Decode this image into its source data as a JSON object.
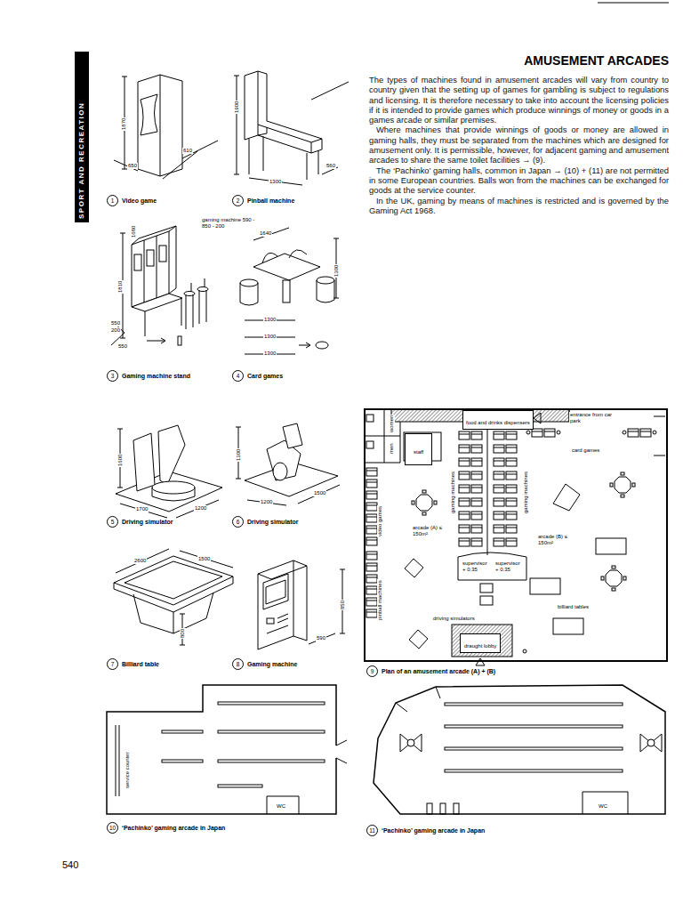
{
  "diagram": {
    "title": "AMUSEMENT ARCADES",
    "nodes": [
      {
        "text": [
          "1",
          "Video game"
        ]
      },
      {
        "text": [
          "2",
          "Pinball machine"
        ]
      },
      {
        "text": [
          "3",
          "Gaming machine stand"
        ]
      },
      {
        "text": [
          "4",
          "Card games"
        ]
      },
      {
        "text": [
          "5",
          "Driving simulator"
        ]
      },
      {
        "text": [
          "6",
          "Driving simulator"
        ]
      },
      {
        "text": [
          "7",
          "Billiard table"
        ]
      },
      {
        "text": [
          "8",
          "Gaming machine"
        ]
      },
      {
        "text": [
          "9",
          "Plan of an amusement arcade (A) + (B)"
        ]
      },
      {
        "text": [
          "10",
          "‘Pachinko’ gaming arcade in Japan"
        ]
      },
      {
        "text": [
          "11",
          "‘Pachinko’ gaming arcade in Japan"
        ]
      },
      {
        "text": [
          "food and drinks dispensers"
        ]
      },
      {
        "text": [
          "staff"
        ]
      },
      {
        "text": [
          "draught lobby"
        ]
      }
    ],
    "labels": [
      "SPORT AND RECREATION",
      "The types of machines found in amusement arcades will vary from country to country given that the setting up of games for gambling is subject to regulations and licensing. It is therefore necessary to take into account the licensing policies if it is intended to provide games which produce winnings of money or goods in a games arcade or similar premises.",
      "Where machines that provide winnings of goods or money are allowed in gaming halls, they must be separated from the machines which are designed for amusement only. It is permissible, however, for adjacent gaming and amusement arcades to share the same toilet facilities → (9).",
      "The ‘Pachinko’ gaming halls, common in Japan → (10) + (11) are not permitted in some European countries. Balls won from the machines can be exchanged for goods at the service counter.",
      "In the UK, gaming by means of machines is restricted and is governed by the Gaming Act 1968.",
      "1870",
      "610",
      "650",
      "1900",
      "560",
      "1300",
      "1680",
      "gaming machine 590 - 850 - 200",
      "1810",
      "550",
      "200",
      "550",
      "1640",
      "1300",
      "1300",
      "1300",
      "1300",
      "1600",
      "1700",
      "1200",
      "1300",
      "1200",
      "1500",
      "2600",
      "1500",
      "800",
      "850",
      "590",
      "women",
      "men",
      "entrance from car park",
      "card games",
      "gaming machines",
      "gaming machines",
      "video games",
      "arcade (A) ≤ 150m²",
      "arcade (B) ≤ 150m²",
      "supervisor + 0.35",
      "supervisor + 0.35",
      "pinball machines",
      "billiard tables",
      "driving simulators",
      "service counter",
      "WC",
      "WC",
      "540"
    ]
  }
}
